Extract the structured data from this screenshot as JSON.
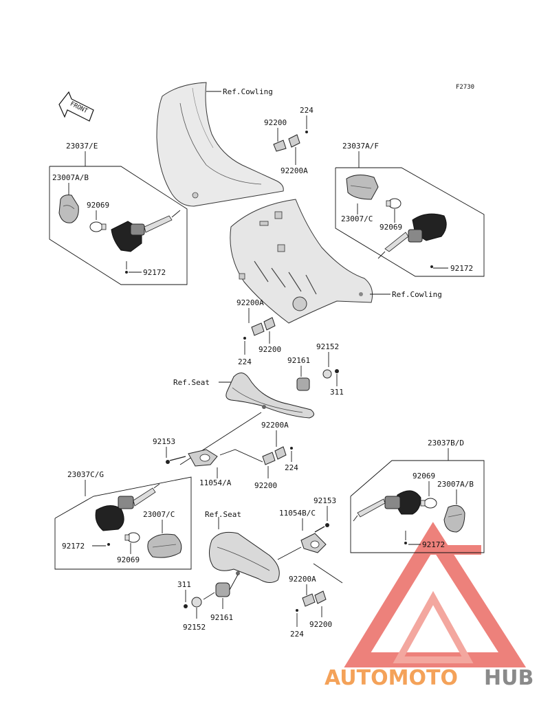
{
  "figure_code": "F2730",
  "front_arrow_text": "FRONT",
  "ref_labels": {
    "cowling_top": "Ref.Cowling",
    "cowling_right": "Ref.Cowling",
    "seat_upper": "Ref.Seat",
    "seat_lower": "Ref.Seat"
  },
  "parts": {
    "p23037E": "23037/E",
    "p23007AB_left": "23007A/B",
    "p92069_left": "92069",
    "p92172_left": "92172",
    "p224_top": "224",
    "p92200_top": "92200",
    "p92200A_top": "92200A",
    "p23037AF": "23037A/F",
    "p23007C_right": "23007/C",
    "p92069_right": "92069",
    "p92172_right": "92172",
    "p92200A_mid": "92200A",
    "p224_mid": "224",
    "p92200_mid": "92200",
    "p92152_upper": "92152",
    "p92161_upper": "92161",
    "p311_upper": "311",
    "p92153_upper": "92153",
    "p92200A_lower": "92200A",
    "p224_lower": "224",
    "p11054A": "11054/A",
    "p92200_lower": "92200",
    "p23037CG": "23037C/G",
    "p23007C_left": "23007/C",
    "p92172_lowleft": "92172",
    "p92069_lowleft": "92069",
    "p92153_lower": "92153",
    "p11054BC": "11054B/C",
    "p23037BD": "23037B/D",
    "p92069_lowright": "92069",
    "p23007AB_right": "23007A/B",
    "p92172_lowright": "92172",
    "p311_lower": "311",
    "p92152_lower": "92152",
    "p92161_lower": "92161",
    "p92200A_bottom": "92200A",
    "p224_bottom": "224",
    "p92200_bottom": "92200"
  },
  "watermark": {
    "text_part1": "AUTOMOTO",
    "text_part2": "HUB",
    "color_orange": "#f4a259",
    "color_red": "#e8574f",
    "color_gray": "#8a8a8a"
  }
}
